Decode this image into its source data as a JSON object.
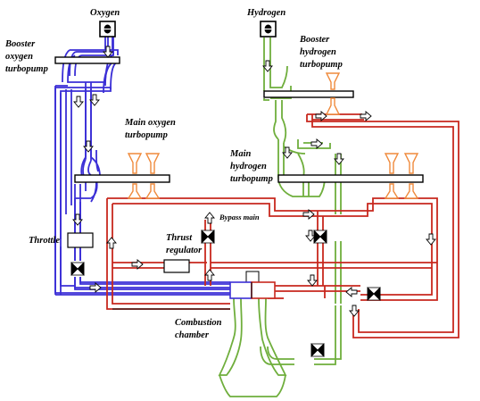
{
  "labels": {
    "oxygen": "Oxygen",
    "hydrogen": "Hydrogen",
    "booster_oxygen": [
      "Booster",
      "oxygen",
      "turbopump"
    ],
    "booster_hydrogen": [
      "Booster",
      "hydrogen",
      "turbopump"
    ],
    "main_oxygen": [
      "Main oxygen",
      "turbopump"
    ],
    "main_hydrogen": [
      "Main",
      "hydrogen",
      "turbopump"
    ],
    "bypass_main": "Bypass main",
    "thrust_regulator": [
      "Thrust",
      "regulator"
    ],
    "throttle": "Throttle",
    "combustion_chamber": [
      "Combustion",
      "chamber"
    ]
  },
  "colors": {
    "oxygen_line": "#3b2fd6",
    "hydrogen_line": "#6fae3c",
    "hot_gas_line": "#c8281e",
    "turbine_orange": "#ef8a3c",
    "shaft": "#000000",
    "valve": "#000000",
    "arrow_fill": "#ffffff"
  }
}
